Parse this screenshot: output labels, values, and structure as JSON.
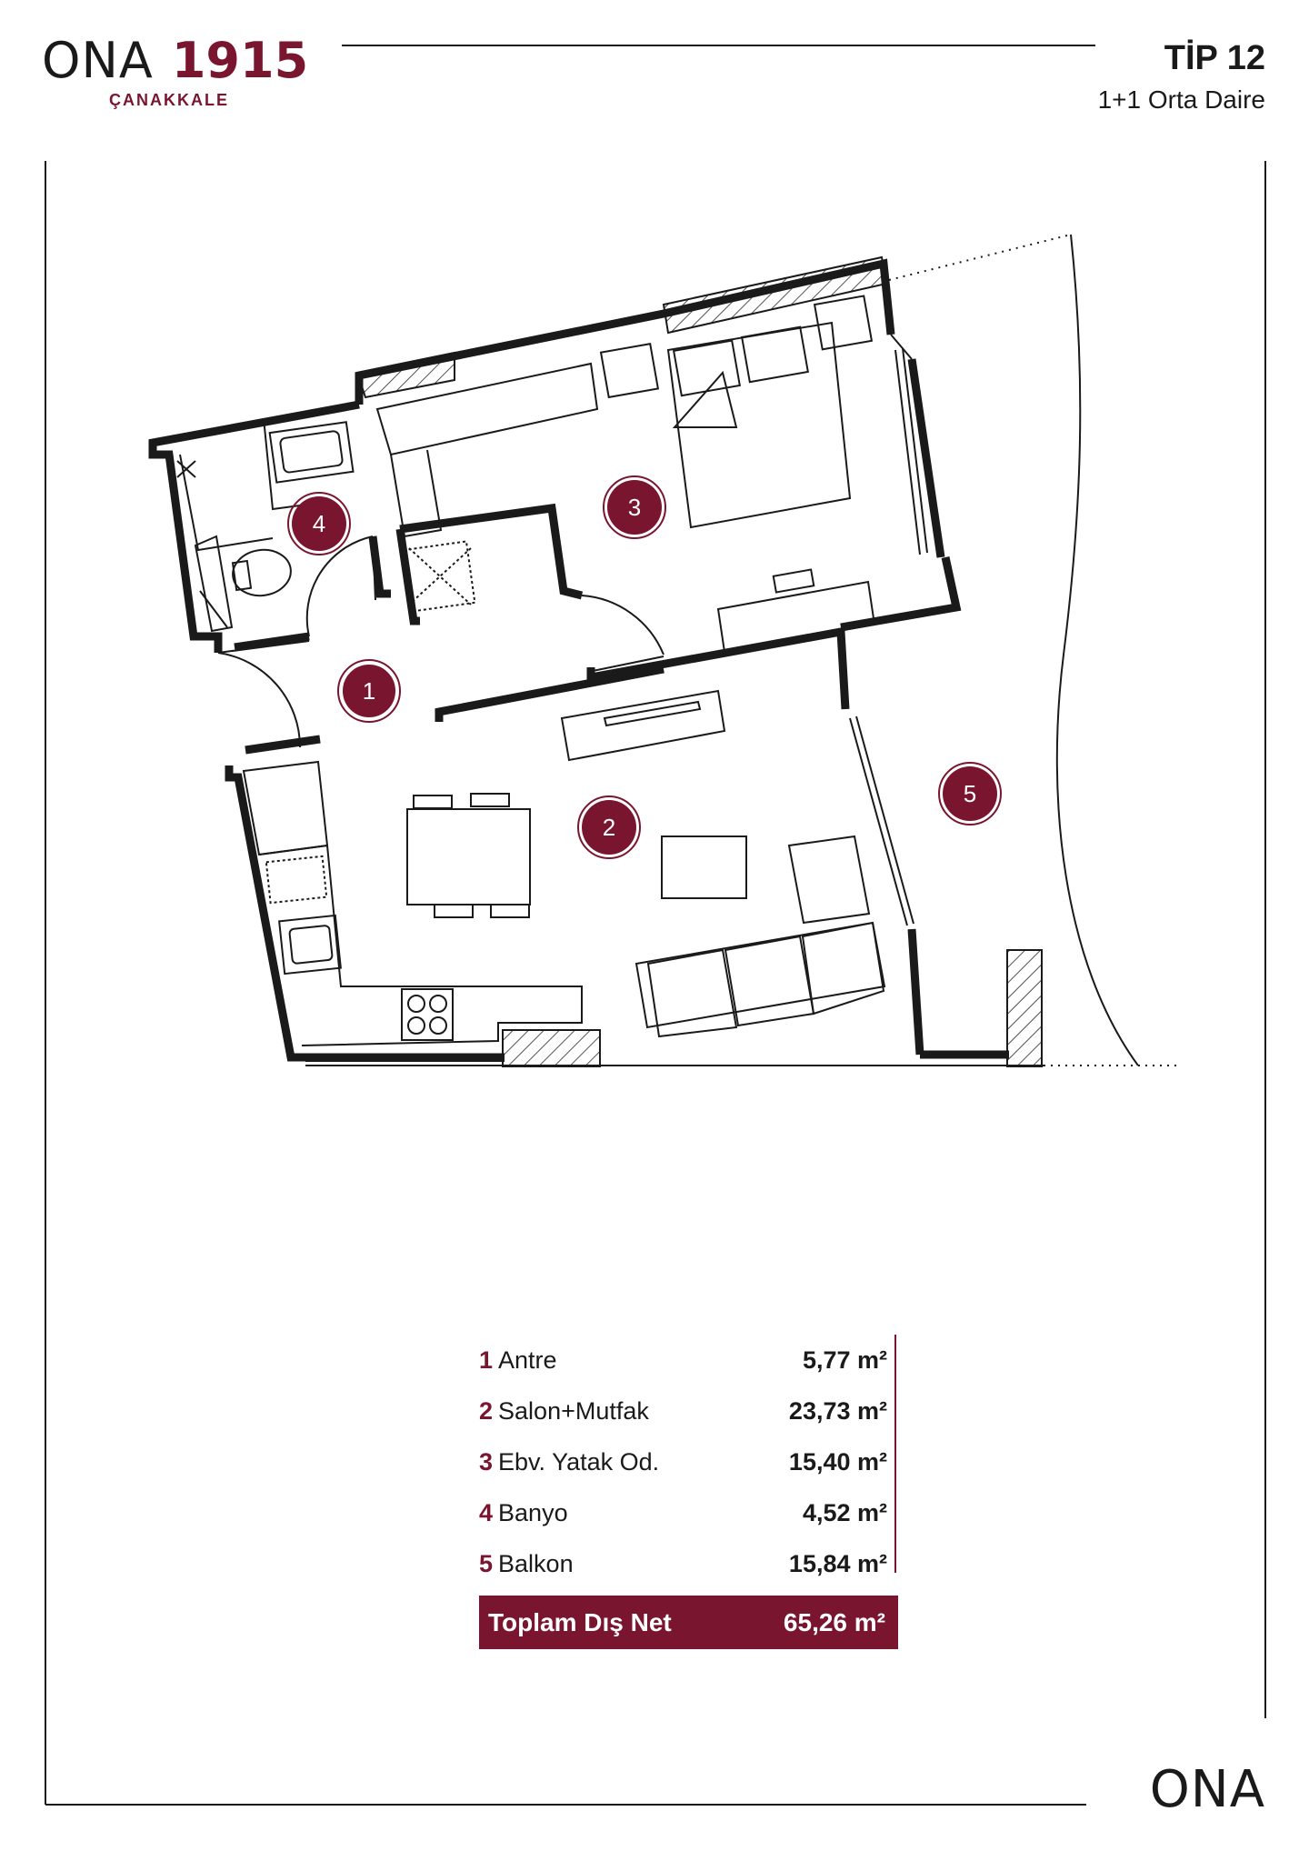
{
  "brand": {
    "name": "ONA",
    "year": "1915",
    "city": "ÇANAKKALE"
  },
  "plan": {
    "type": "TİP 12",
    "subtitle": "1+1 Orta Daire"
  },
  "room_markers": [
    "1",
    "2",
    "3",
    "4",
    "5"
  ],
  "rooms": [
    {
      "num": "1",
      "name": "Antre",
      "area": "5,77 m²"
    },
    {
      "num": "2",
      "name": "Salon+Mutfak",
      "area": "23,73 m²"
    },
    {
      "num": "3",
      "name": "Ebv. Yatak Od.",
      "area": "15,40 m²"
    },
    {
      "num": "4",
      "name": "Banyo",
      "area": "4,52 m²"
    },
    {
      "num": "5",
      "name": "Balkon",
      "area": "15,84 m²"
    }
  ],
  "total": {
    "label": "Toplam Dış Net",
    "area": "65,26 m²"
  },
  "footer": {
    "logo": "ONA"
  },
  "colors": {
    "accent": "#7a1530",
    "ink": "#1a1a1a",
    "background": "#ffffff"
  }
}
